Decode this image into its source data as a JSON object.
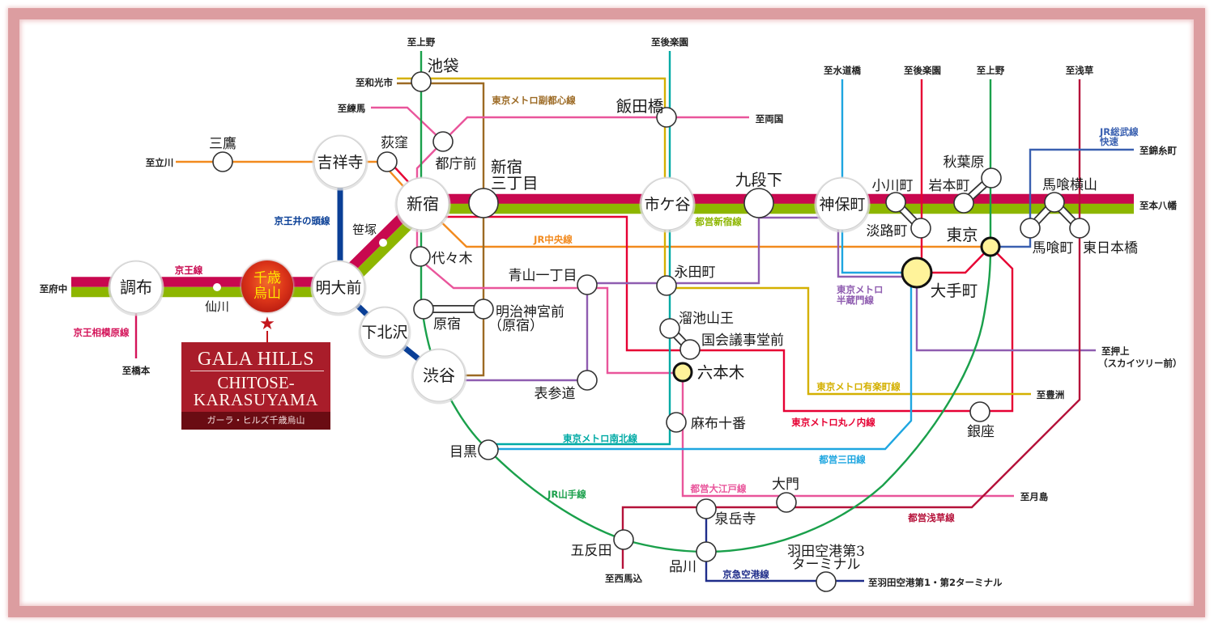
{
  "lines": {
    "keio": {
      "label": "京王線",
      "color": "#c8084f"
    },
    "keio_sagamihara": {
      "label": "京王相模原線",
      "color": "#d4145a"
    },
    "keio_inokashira": {
      "label": "京王井の頭線",
      "color": "#0a3f96"
    },
    "toei_shinjuku": {
      "label": "都営新宿線",
      "color": "#8db600"
    },
    "jr_chuo": {
      "label": "JR中央線",
      "color": "#f28a1e"
    },
    "jr_sobu_rapid": {
      "label_line_1": "JR総武線",
      "label_line_2": "快速",
      "color": "#3a60b0"
    },
    "jr_yamanote": {
      "label": "JR山手線",
      "color": "#1aa04b"
    },
    "metro_fukutoshin": {
      "label": "東京メトロ副都心線",
      "color": "#9c6a24"
    },
    "metro_yurakucho": {
      "label": "東京メトロ有楽町線",
      "color": "#d4b000"
    },
    "metro_marunouchi": {
      "label": "東京メトロ丸ノ内線",
      "color": "#e60033"
    },
    "metro_namboku": {
      "label": "東京メトロ南北線",
      "color": "#00aaa5"
    },
    "metro_hanzomon": {
      "label_line_1": "東京メトロ",
      "label_line_2": "半蔵門線",
      "color": "#8f5db0"
    },
    "toei_mita": {
      "label": "都営三田線",
      "color": "#1ea6e0"
    },
    "toei_oedo": {
      "label": "都営大江戸線",
      "color": "#e9559b"
    },
    "toei_asakusa": {
      "label": "都営浅草線",
      "color": "#b5123a"
    },
    "keikyu_airport": {
      "label": "京急空港線",
      "color": "#1f2d8a"
    }
  },
  "stations": {
    "chofu": "調布",
    "sengawa": "仙川",
    "chitose_karasuyama": {
      "line_1": "千歳",
      "line_2": "烏山"
    },
    "meidaimae": "明大前",
    "sasazuka": "笹塚",
    "shimokitazawa": "下北沢",
    "shibuya": "渋谷",
    "mitaka": "三鷹",
    "kichijoji": "吉祥寺",
    "ogikubo": "荻窪",
    "shinjuku": "新宿",
    "ikebukuro": "池袋",
    "tochomae": "都庁前",
    "shinjuku_sanchome": {
      "line_1": "新宿",
      "line_2": "三丁目"
    },
    "iidabashi": "飯田橋",
    "ichigaya": "市ケ谷",
    "kudanshita": "九段下",
    "jimbocho": "神保町",
    "ogawamachi": "小川町",
    "awajicho": "淡路町",
    "iwamotocho": "岩本町",
    "akihabara": "秋葉原",
    "bakuroyokoyama": "馬喰横山",
    "bakurocho": "馬喰町",
    "higashi_nihombashi": "東日本橋",
    "tokyo": "東京",
    "otemachi": "大手町",
    "yoyogi": "代々木",
    "harajuku": "原宿",
    "meiji_jingumae": {
      "line_1": "明治神宮前",
      "line_2": "（原宿）"
    },
    "aoyama_itchome": "青山一丁目",
    "omotesando": "表参道",
    "nagatacho": "永田町",
    "tameike_sanno": "溜池山王",
    "kokkai_gijidomae": "国会議事堂前",
    "roppongi": "六本木",
    "azabu_juban": "麻布十番",
    "ginza": "銀座",
    "meguro": "目黒",
    "gotanda": "五反田",
    "shinagawa": "品川",
    "sengakuji": "泉岳寺",
    "daimon": "大門",
    "haneda_t3": {
      "line_1": "羽田空港第3",
      "line_2": "ターミナル"
    }
  },
  "destinations": {
    "fuchu": "至府中",
    "hashimoto": "至橋本",
    "tachikawa": "至立川",
    "wakoshi": "至和光市",
    "nerima": "至練馬",
    "ueno_yamanote_west": "至上野",
    "korakuen_namboku": "至後楽園",
    "ryogoku": "至両国",
    "suidobashi": "至水道橋",
    "korakuen_marunouchi": "至後楽園",
    "ueno_yamanote_east": "至上野",
    "asakusa": "至浅草",
    "kinshicho": "至錦糸町",
    "motoyawata": "至本八幡",
    "oshiage": {
      "line_1": "至押上",
      "line_2": "（スカイツリー前）"
    },
    "toyosu": "至豊洲",
    "tsukishima": "至月島",
    "nishi_magome": "至西馬込",
    "haneda_t1_t2": "至羽田空港第1・第2ターミナル"
  },
  "property": {
    "marker_icon": "star-icon",
    "marker_glyph": "★",
    "name_line_1": "GALA HILLS",
    "name_line_2": "CHITOSE-",
    "name_line_3": "KARASUYAMA",
    "name_ja": "ガーラ・ヒルズ千歳烏山"
  }
}
